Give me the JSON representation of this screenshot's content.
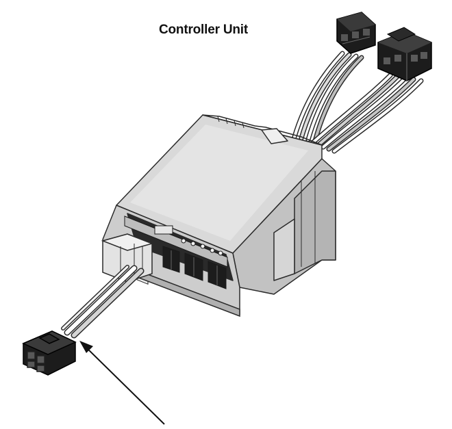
{
  "figure": {
    "title": "Controller Unit"
  },
  "colors": {
    "line": "#2b2b2b",
    "body_light": "#e6e6e6",
    "body_mid": "#cfcfcf",
    "body_dark": "#9a9a9a",
    "connector": "#1c1c1c",
    "arrow": "#111111"
  },
  "parts": [
    "controller-housing",
    "top-cable-bundle",
    "top-connector-single",
    "top-connector-double",
    "front-circuit-board",
    "side-cable",
    "bottom-connector"
  ]
}
